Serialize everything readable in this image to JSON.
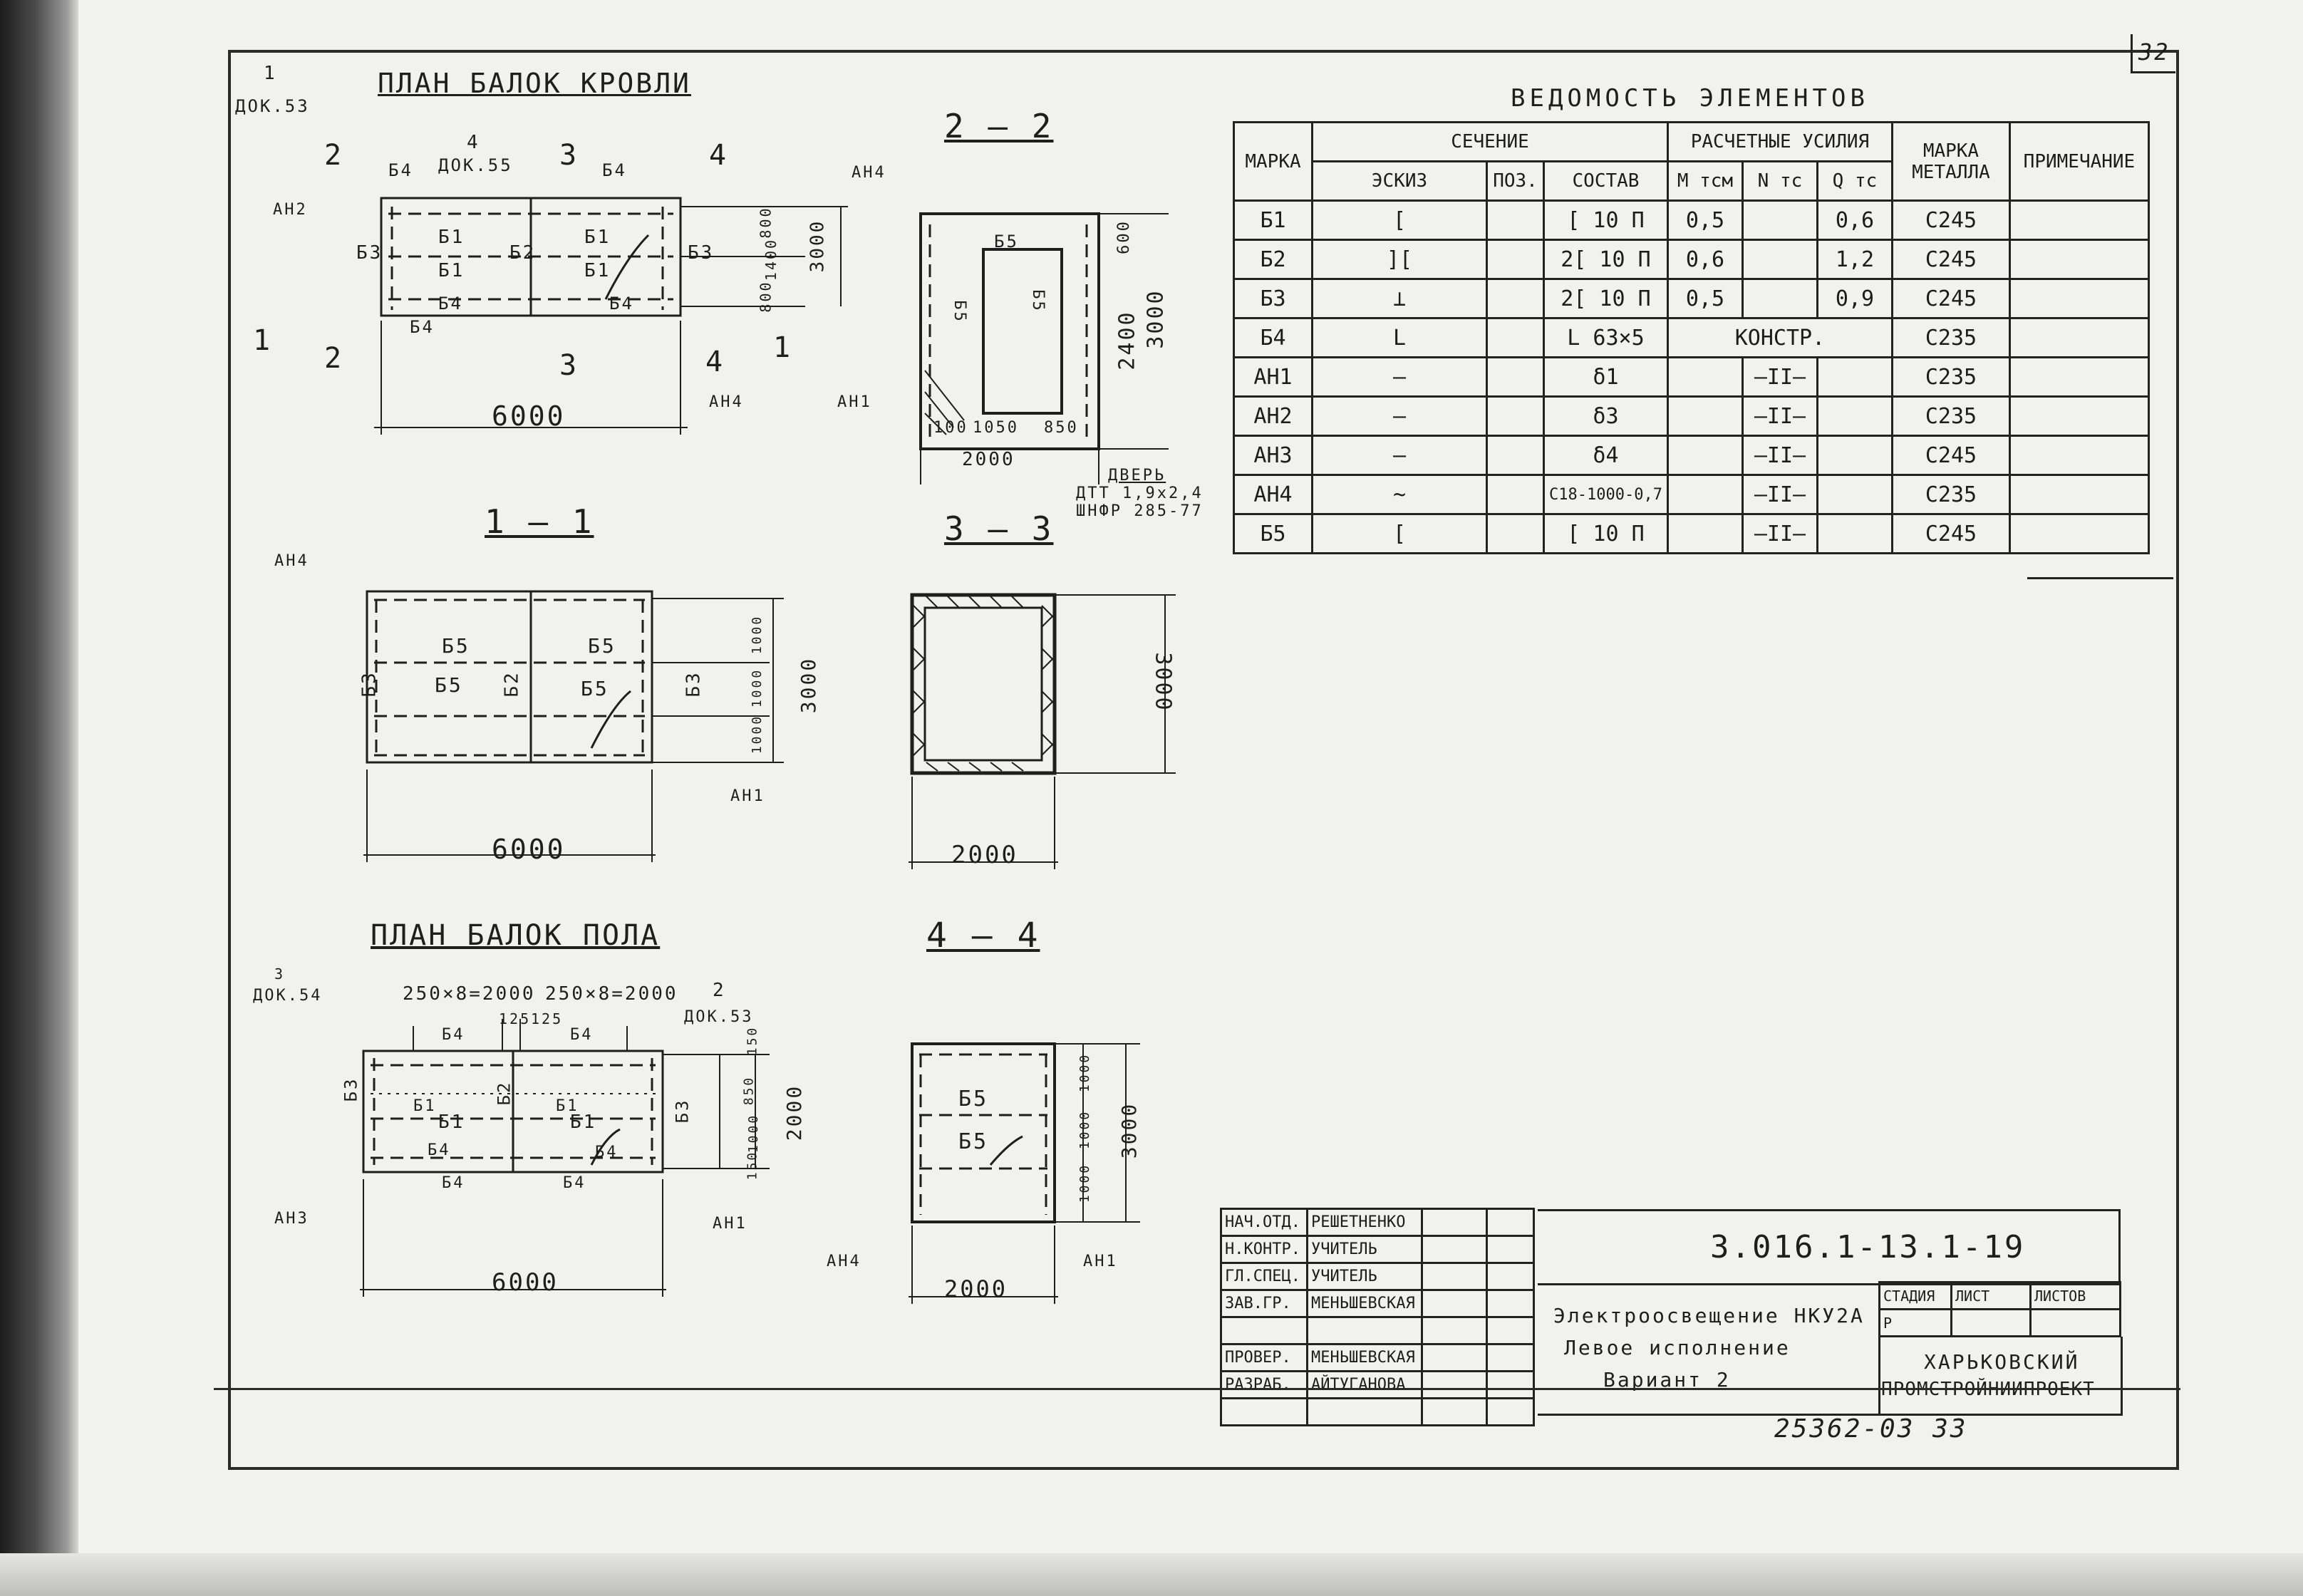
{
  "page_number": "32",
  "roof_plan": {
    "title": "ПЛАН БАЛОК КРОВЛИ",
    "detail_refs": [
      "1",
      "ДОК.53",
      "4",
      "ДОК.55"
    ],
    "section_marks": [
      "2",
      "2",
      "3",
      "3",
      "4",
      "4",
      "1",
      "1"
    ],
    "labels": [
      "Б4",
      "Б4",
      "Б1",
      "Б1",
      "Б1",
      "Б1",
      "Б3",
      "Б2",
      "Б3",
      "Б4",
      "Б4",
      "Б4",
      "АН2",
      "АН4"
    ],
    "dims": [
      "6000",
      "3000",
      "800",
      "1400",
      "800"
    ]
  },
  "section_2_2": {
    "title": "2 – 2",
    "labels": [
      "АН4",
      "Б5",
      "Б5",
      "Б5",
      "АН1"
    ],
    "dims": [
      "600",
      "2400",
      "3000",
      "100",
      "1050",
      "850",
      "2000"
    ],
    "door_note": [
      "ДВЕРЬ",
      "ДТТ 1,9х2,4",
      "ШНФР 285-77"
    ]
  },
  "section_1_1": {
    "title": "1 – 1",
    "labels": [
      "АН4",
      "Б5",
      "Б5",
      "Б5",
      "Б5",
      "Б3",
      "Б2",
      "Б3",
      "АН1"
    ],
    "dims": [
      "6000",
      "3000",
      "1000",
      "1000",
      "1000"
    ]
  },
  "section_3_3": {
    "title": "3 – 3",
    "dims": [
      "3000",
      "2000"
    ]
  },
  "floor_plan": {
    "title": "ПЛАН БАЛОК ПОЛА",
    "detail_refs": [
      "3",
      "ДОК.54",
      "2",
      "ДОК.53"
    ],
    "spacing": [
      "250×8=2000",
      "250×8=2000",
      "125",
      "125"
    ],
    "labels": [
      "Б4",
      "Б4",
      "Б1",
      "Б1",
      "Б1",
      "Б1",
      "Б3",
      "Б2",
      "Б3",
      "Б4",
      "Б4",
      "Б4",
      "Б4",
      "АН3",
      "АН1"
    ],
    "dims": [
      "6000",
      "2000",
      "150",
      "850",
      "1000",
      "150"
    ]
  },
  "section_4_4": {
    "title": "4 – 4",
    "labels": [
      "Б5",
      "Б5",
      "АН4",
      "АН1"
    ],
    "dims": [
      "2000",
      "3000",
      "1000",
      "1000",
      "1000"
    ]
  },
  "schedule": {
    "title": "ВЕДОМОСТЬ ЭЛЕМЕНТОВ",
    "headers": {
      "mark": "МАРКА",
      "section": "СЕЧЕНИЕ",
      "sketch": "ЭСКИЗ",
      "pos": "ПОЗ.",
      "composition": "СОСТАВ",
      "forces": "РАСЧЕТНЫЕ УСИЛИЯ",
      "m": "М тсм",
      "n": "N тс",
      "q": "Q тс",
      "steel": "МАРКА МЕТАЛЛА",
      "note": "ПРИМЕЧАНИЕ"
    },
    "rows": [
      {
        "mark": "Б1",
        "sketch": "[",
        "composition": "[ 10 П",
        "m": "0,5",
        "n": "",
        "q": "0,6",
        "steel": "С245"
      },
      {
        "mark": "Б2",
        "sketch": "][",
        "composition": "2[ 10 П",
        "m": "0,6",
        "n": "",
        "q": "1,2",
        "steel": "С245"
      },
      {
        "mark": "Б3",
        "sketch": "⊥",
        "composition": "2[ 10 П",
        "m": "0,5",
        "n": "",
        "q": "0,9",
        "steel": "С245"
      },
      {
        "mark": "Б4",
        "sketch": "L",
        "composition": "L 63×5",
        "m": "",
        "n": "КОНСТР.",
        "q": "",
        "steel": "С235"
      },
      {
        "mark": "АН1",
        "sketch": "—",
        "composition": "δ1",
        "m": "",
        "n": "–II–",
        "q": "",
        "steel": "С235"
      },
      {
        "mark": "АН2",
        "sketch": "—",
        "composition": "δ3",
        "m": "",
        "n": "–II–",
        "q": "",
        "steel": "С235"
      },
      {
        "mark": "АН3",
        "sketch": "—",
        "composition": "δ4",
        "m": "",
        "n": "–II–",
        "q": "",
        "steel": "С245"
      },
      {
        "mark": "АН4",
        "sketch": "~",
        "composition": "С18-1000-0,7",
        "m": "",
        "n": "–II–",
        "q": "",
        "steel": "С235"
      },
      {
        "mark": "Б5",
        "sketch": "[",
        "composition": "[ 10 П",
        "m": "",
        "n": "–II–",
        "q": "",
        "steel": "С245"
      }
    ]
  },
  "title_block": {
    "doc_code": "3.016.1-13.1-19",
    "description": [
      "Электроосвещение НКУ2А",
      "Левое исполнение",
      "Вариант 2"
    ],
    "stage": "СТАДИЯ",
    "stage_value": "Р",
    "sheet": "ЛИСТ",
    "sheets": "ЛИСТОВ",
    "organization": [
      "ХАРЬКОВСКИЙ",
      "ПРОМСТРОЙНИИПРОЕКТ"
    ],
    "staff": [
      {
        "role": "НАЧ.ОТД.",
        "name": "РЕШЕТНЕНКО"
      },
      {
        "role": "Н.КОНТР.",
        "name": "УЧИТЕЛЬ"
      },
      {
        "role": "ГЛ.СПЕЦ.",
        "name": "УЧИТЕЛЬ"
      },
      {
        "role": "ЗАВ.ГР.",
        "name": "МЕНЬШЕВСКАЯ"
      },
      {
        "role": "ПРОВЕР.",
        "name": "МЕНЬШЕВСКАЯ"
      },
      {
        "role": "РАЗРАБ.",
        "name": "АЙТУГАНОВА"
      }
    ]
  },
  "bottom_code": "25362-03  33"
}
